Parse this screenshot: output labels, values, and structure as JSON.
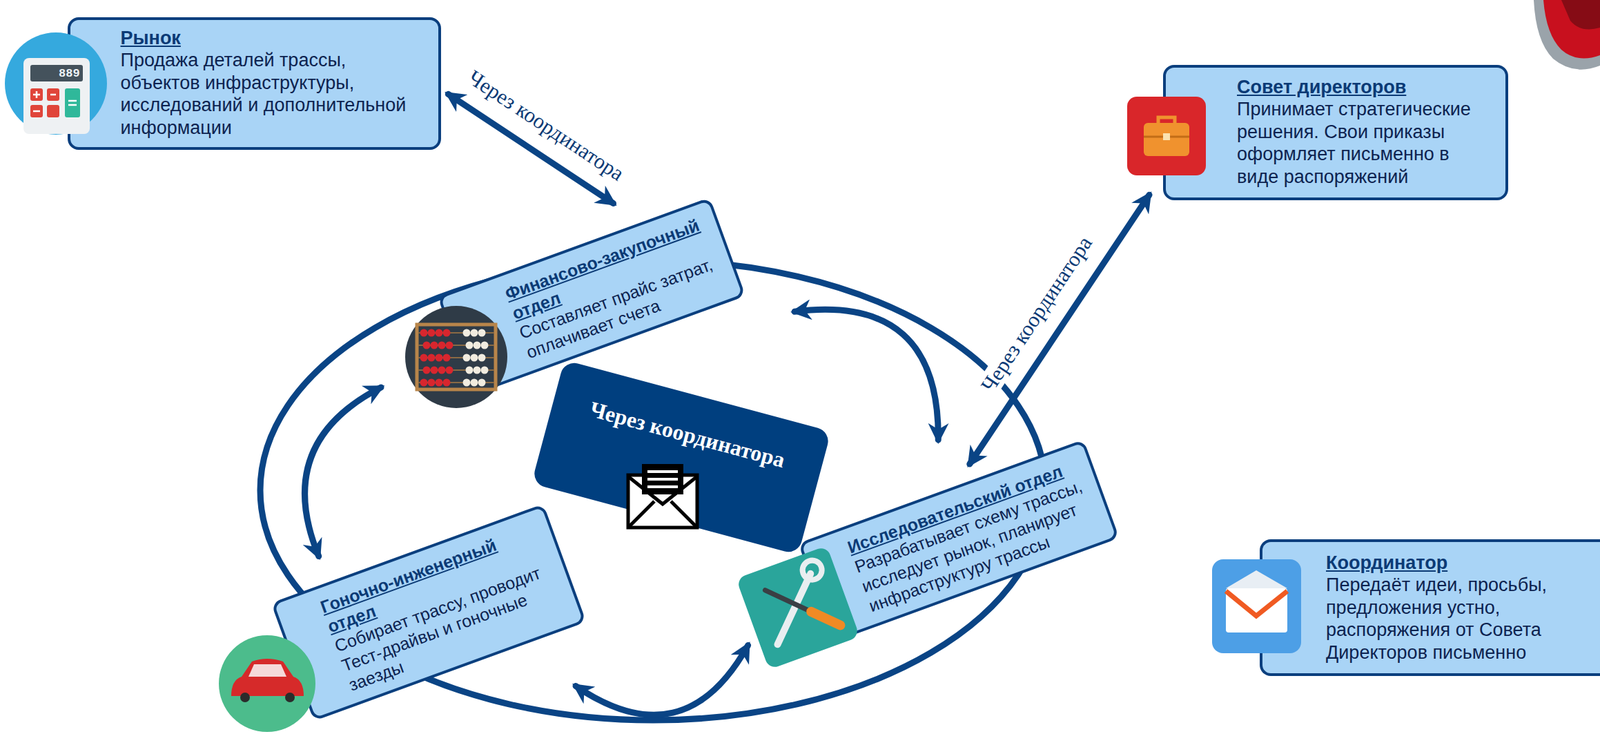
{
  "diagram": {
    "nodes": [
      {
        "text": [
          "Рынок",
          "Продажа деталей трассы, объектов инфраструктуры, исследований и дополнительной информации"
        ]
      },
      {
        "text": [
          "Совет директоров",
          "Принимает стратегические решения. Свои приказы оформляет письменно в виде распоряжений"
        ]
      },
      {
        "text": [
          "Финансово-закупочный отдел",
          "Составляет прайс затрат, оплачивает счета"
        ]
      },
      {
        "text": [
          "Через координатора"
        ]
      },
      {
        "text": [
          "Гоночно-инженерный отдел",
          "Собирает трассу, проводит Тест-драйвы и гоночные заезды"
        ]
      },
      {
        "text": [
          "Исследовательский отдел",
          "Разрабатывает схему трассы, исследует рынок, планирует инфраструктуру трассы"
        ]
      },
      {
        "text": [
          "Координатор",
          "Передаёт идеи, просьбы, предложения устно, распоряжения от Совета Директоров письменно"
        ]
      }
    ],
    "edges": [
      {
        "from": 0,
        "to": 2,
        "arrow": "both",
        "label": "Через координатора"
      },
      {
        "from": 1,
        "to": 5,
        "arrow": "both",
        "label": "Через координатора"
      },
      {
        "from": 2,
        "to": 5,
        "arrow": "both"
      },
      {
        "from": 2,
        "to": 4,
        "arrow": "both"
      },
      {
        "from": 4,
        "to": 5,
        "arrow": "both"
      }
    ],
    "labels": [
      "889"
    ]
  }
}
